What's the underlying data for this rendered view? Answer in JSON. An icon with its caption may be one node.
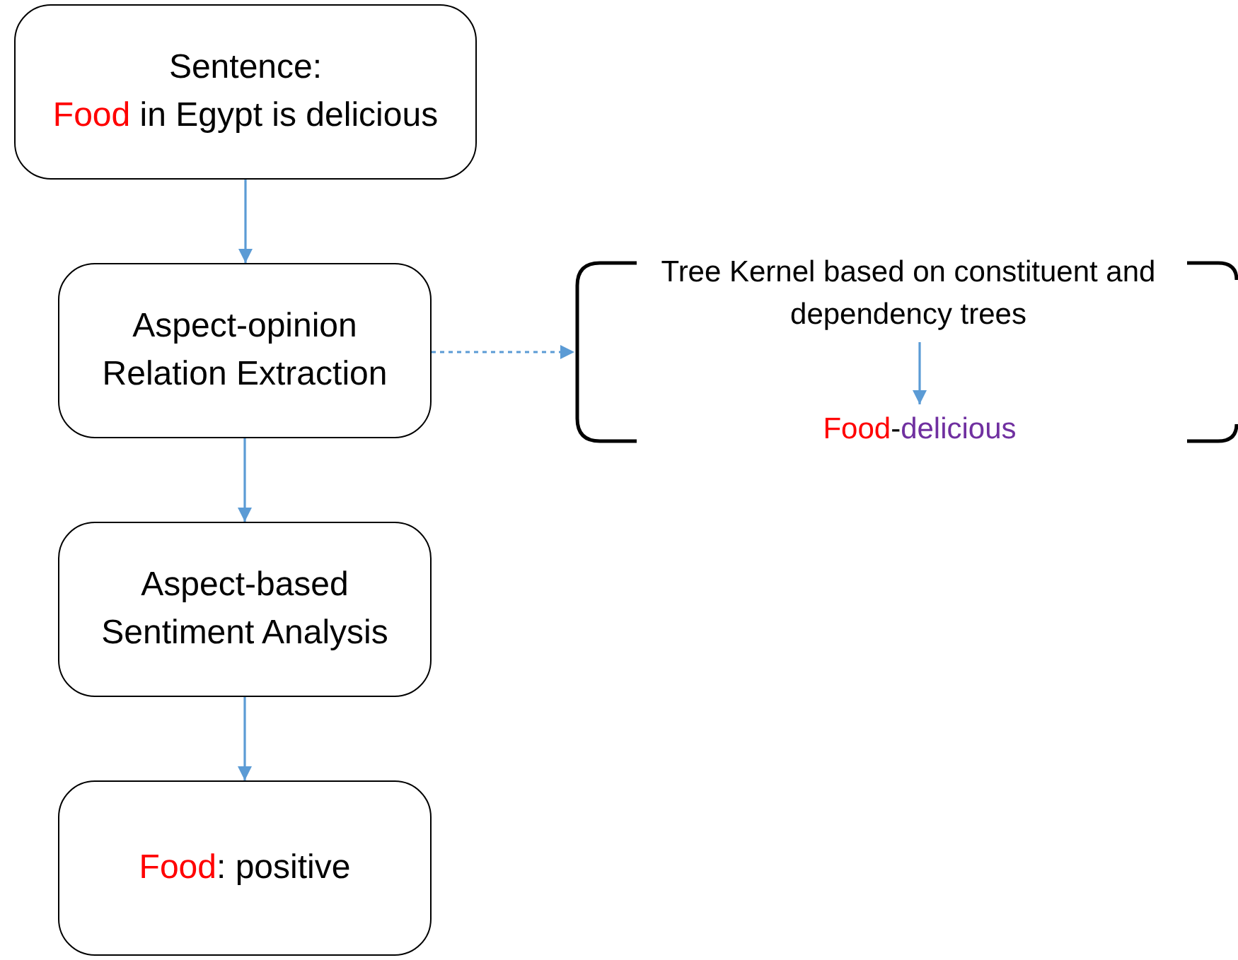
{
  "diagram": {
    "nodes": [
      {
        "text": [
          "Sentence:",
          "Food in Egypt is delicious"
        ]
      },
      {
        "text": [
          "Aspect-opinion Relation Extraction"
        ]
      },
      {
        "text": [
          "Aspect-based Sentiment Analysis"
        ]
      },
      {
        "text": [
          "Food: positive"
        ]
      },
      {
        "text": [],
        "shape": "bracket"
      },
      {
        "text": [
          "Tree Kernel based on constituent and dependency trees"
        ],
        "in": 4
      },
      {
        "text": [
          "Food-delicious"
        ],
        "in": 4
      }
    ],
    "edges": [
      {
        "from": 0,
        "to": 1,
        "arrow": "to"
      },
      {
        "from": 1,
        "to": 4,
        "arrow": "to",
        "style": "dashed"
      },
      {
        "from": 1,
        "to": 2,
        "arrow": "to"
      },
      {
        "from": 2,
        "to": 3,
        "arrow": "to"
      },
      {
        "from": 5,
        "to": 6,
        "arrow": "to"
      }
    ]
  }
}
